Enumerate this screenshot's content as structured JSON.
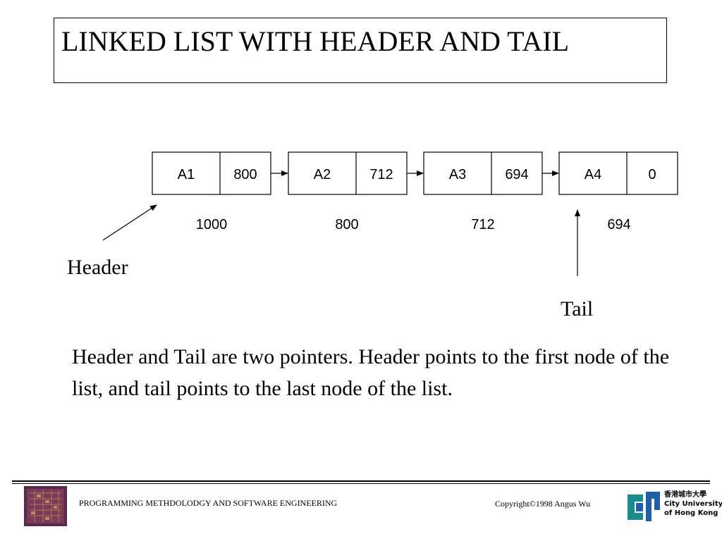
{
  "title": "LINKED LIST WITH HEADER AND TAIL",
  "nodes": [
    {
      "data": "A1",
      "next": "800",
      "address": "1000"
    },
    {
      "data": "A2",
      "next": "712",
      "address": "800"
    },
    {
      "data": "A3",
      "next": "694",
      "address": "712"
    },
    {
      "data": "A4",
      "next": "0",
      "address": "694"
    }
  ],
  "pointers": {
    "header": "Header",
    "tail": "Tail"
  },
  "description": "Header and Tail are two pointers. Header points to the first node of the list, and tail points to the last node of the list.",
  "footer": {
    "course": "PROGRAMMING METHDOLODGY AND SOFTWARE ENGINEERING",
    "copyright": "Copyright©1998 Angus Wu",
    "logo_text": [
      "香港城市大學",
      "City University",
      "of Hong Kong"
    ]
  },
  "colors": {
    "logo_teal": "#1a8a8e",
    "logo_blue": "#1f5fa8",
    "chip_purple": "#5a2a4a"
  }
}
